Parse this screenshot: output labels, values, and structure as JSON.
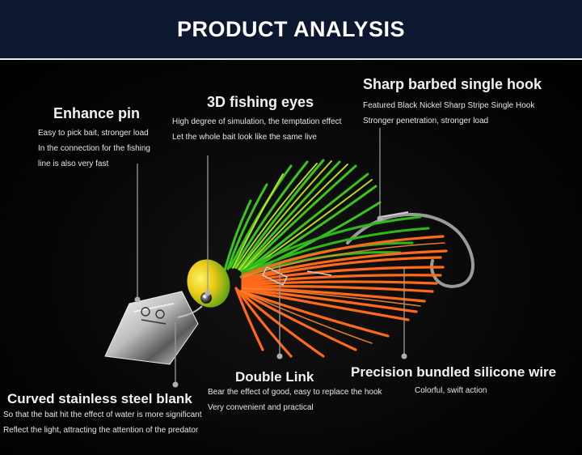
{
  "header": {
    "title": "PRODUCT ANALYSIS"
  },
  "callouts": {
    "enhance_pin": {
      "title": "Enhance pin",
      "lines": [
        "Easy to pick bait, stronger load",
        "In the connection for the fishing",
        "line is also very fast"
      ]
    },
    "fishing_eyes": {
      "title": "3D fishing eyes",
      "lines": [
        "High degree of simulation, the temptation effect",
        "Let the whole bait look like the same live"
      ]
    },
    "hook": {
      "title": "Sharp barbed single hook",
      "lines": [
        "Featured Black Nickel Sharp Stripe Single Hook",
        "Stronger penetration, stronger load"
      ]
    },
    "double_link": {
      "title": "Double Link",
      "lines": [
        "Bear the effect of good, easy to replace the hook",
        "Very convenient and practical"
      ]
    },
    "silicone_wire": {
      "title": "Precision bundled silicone wire",
      "lines": [
        "Colorful, swift action"
      ]
    },
    "steel_blank": {
      "title": "Curved stainless steel blank",
      "lines": [
        "So that the bait hit the effect of water is more significant",
        "Reflect the light, attracting the attention of the predator"
      ]
    }
  },
  "colors": {
    "banner_bg": "#0e1730",
    "skirt_green": "#3cc41e",
    "skirt_yellow": "#c8ee2a",
    "skirt_orange": "#ff6a1a",
    "head_yellow": "#f0d21a",
    "blade_silver": "#d8d8d8"
  }
}
